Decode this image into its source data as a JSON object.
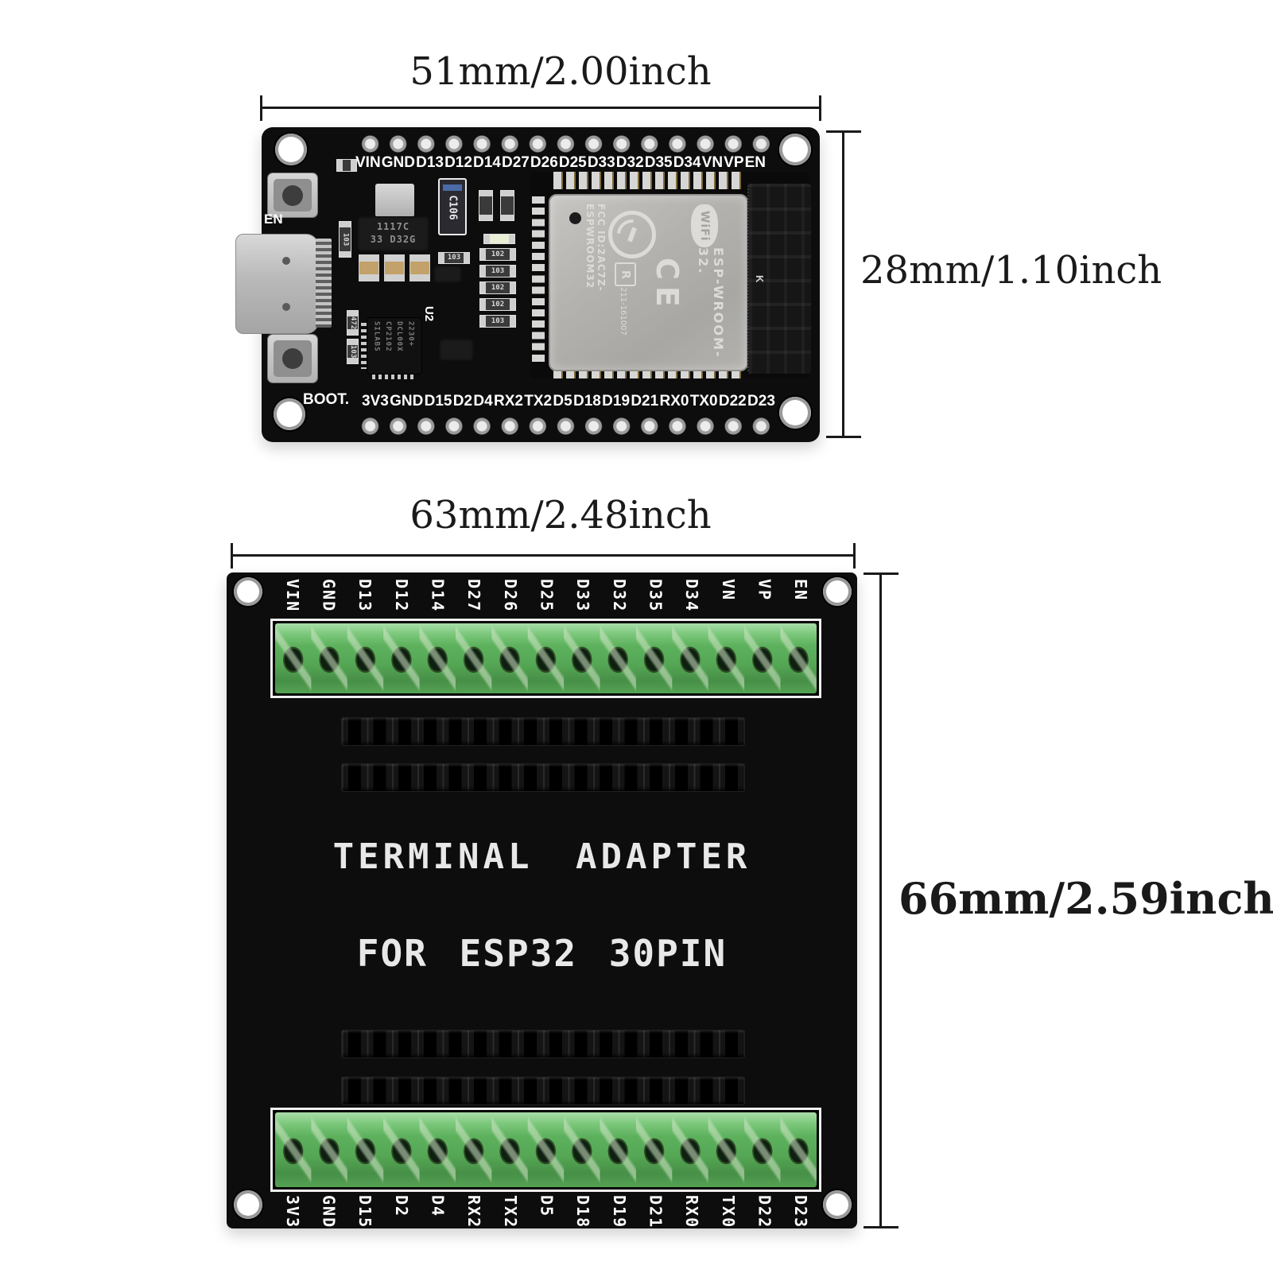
{
  "diagram": {
    "esp32": {
      "width_label": "51mm/2.00inch",
      "height_label": "28mm/1.10inch"
    },
    "adapter": {
      "width_label": "63mm/2.48inch",
      "height_label": "66mm/2.59inch"
    }
  },
  "esp32_board": {
    "top_pins": [
      "VIN",
      "GND",
      "D13",
      "D12",
      "D14",
      "D27",
      "D26",
      "D25",
      "D33",
      "D32",
      "D35",
      "D34",
      "VN",
      "VP",
      "EN"
    ],
    "bottom_pins": [
      "3V3",
      "GND",
      "D15",
      "D2",
      "D4",
      "RX2",
      "TX2",
      "D5",
      "D18",
      "D19",
      "D21",
      "RX0",
      "TX0",
      "D22",
      "D23"
    ],
    "en_button_label": "EN",
    "boot_button_label": "BOOT.",
    "regulator_line1": "1117C",
    "regulator_line2": "33 D32G",
    "capacitor_label": "C106",
    "usb_chip": {
      "designator": "U2",
      "line1": "SILABS",
      "line2": "CP2102",
      "line3": "DCL00X",
      "line4": "2230+"
    },
    "smd_labels": {
      "r1": "103",
      "r2": "472",
      "r3": "103",
      "c1": "102",
      "c2": "103",
      "c3": "102",
      "c4": "102",
      "c5": "103",
      "c6": "103"
    },
    "module": {
      "fcc_line": "FCC ID:2AC7Z-ESPWROOM32",
      "r_mark": "R",
      "cert_no": "211-161007",
      "ce_mark": "CE",
      "wifi_logo": "WiFi",
      "model": "ESP-WROOM-32.",
      "antenna_letter": "K"
    }
  },
  "adapter_board": {
    "title_line1": "TERMINAL ADAPTER",
    "title_line2": "FOR ESP32 30PIN",
    "top_pins": [
      "VIN",
      "GND",
      "D13",
      "D12",
      "D14",
      "D27",
      "D26",
      "D25",
      "D33",
      "D32",
      "D35",
      "D34",
      "VN",
      "VP",
      "EN"
    ],
    "bottom_pins": [
      "3V3",
      "GND",
      "D15",
      "D2",
      "D4",
      "RX2",
      "TX2",
      "D5",
      "D18",
      "D19",
      "D21",
      "RX0",
      "TX0",
      "D22",
      "D23"
    ]
  },
  "colors": {
    "pcb_black": "#0d0d0d",
    "terminal_green": "#5cb05c",
    "module_shield_gray": "#b1b0ad",
    "silkscreen_white": "#ffffff",
    "dimension_black": "#1a1a1a"
  }
}
